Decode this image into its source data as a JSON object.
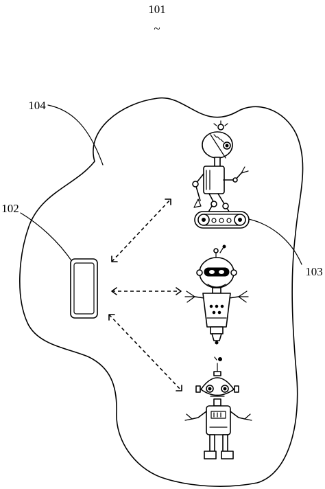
{
  "labels": {
    "system": "101",
    "tilde": "~",
    "area": "104",
    "terminal": "102",
    "robots": "103"
  }
}
